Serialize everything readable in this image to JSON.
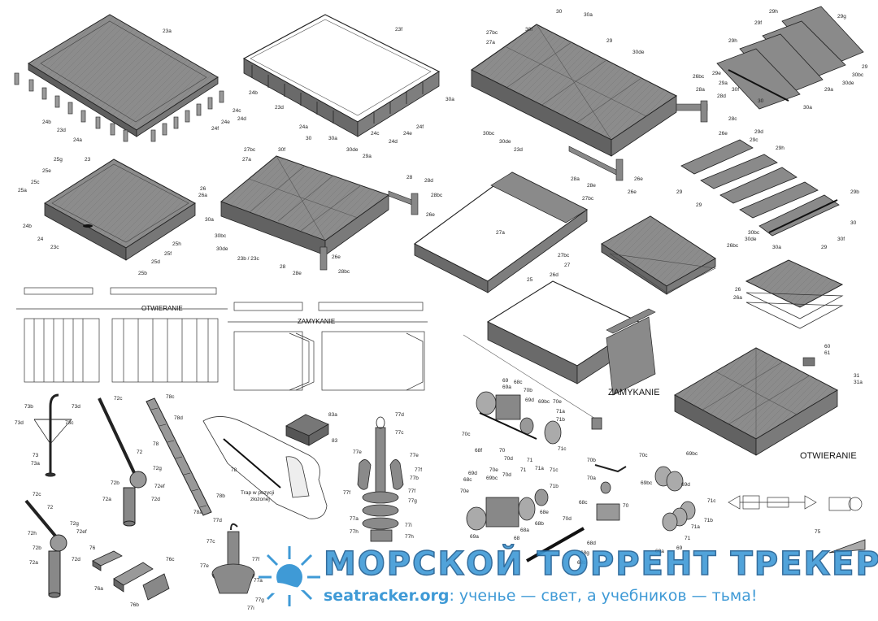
{
  "captions": {
    "otwieranie_top": "OTWIERANIE",
    "zamykanie_top": "ZAMYKANIE",
    "zamykanie_mid": "ZAMYKANIE",
    "otwieranie_bottom": "OTWIERANIE",
    "trap_note_1": "Trap w pozycji",
    "trap_note_2": "złożonej"
  },
  "labels": {
    "l23a": "23a",
    "l23f": "23f",
    "l24b": "24b",
    "l23d": "23d",
    "l24a": "24a",
    "l24c": "24c",
    "l24d": "24d",
    "l24e": "24e",
    "l24f": "24f",
    "l30": "30",
    "l30a": "30a",
    "l27bc": "27bc",
    "l27a": "27a",
    "l30f": "30f",
    "l29": "29",
    "l30de": "30de",
    "l26bc": "26bc",
    "l28a": "28a",
    "l28d": "28d",
    "l28c": "28c",
    "l26e": "26e",
    "l30bc": "30bc",
    "l28e": "28e",
    "l29h": "29h",
    "l29g": "29g",
    "l29f": "29f",
    "l29e": "29e",
    "l29a": "29a",
    "l25g": "25g",
    "l25e": "25e",
    "l25c": "25c",
    "l25a": "25a",
    "l23": "23",
    "l26": "26",
    "l26a": "26a",
    "l24": "24",
    "l23c": "23c",
    "l25h": "25h",
    "l25f": "25f",
    "l25d": "25d",
    "l25b": "25b",
    "l28": "28",
    "l28bc": "28bc",
    "l23b23c": "23b / 23c",
    "l29d": "29d",
    "l29c": "29c",
    "l29b": "29b",
    "l27": "27",
    "l26d": "26d",
    "l25": "25",
    "l60": "60",
    "l61": "61",
    "l31": "31",
    "l31a": "31a",
    "l73b": "73b",
    "l73d": "73d",
    "l73c": "73c",
    "l73": "73",
    "l73a": "73a",
    "l72c": "72c",
    "l72": "72",
    "l72b": "72b",
    "l72g": "72g",
    "l72ef": "72ef",
    "l72a": "72a",
    "l72d": "72d",
    "l72h": "72h",
    "l78c": "78c",
    "l78d": "78d",
    "l78": "78",
    "l78b": "78b",
    "l78a": "78a",
    "l83a": "83a",
    "l83": "83",
    "l77d": "77d",
    "l77c": "77c",
    "l77e": "77e",
    "l77b": "77b",
    "l77f": "77f",
    "l77a": "77a",
    "l77i": "77i",
    "l77h": "77h",
    "l77g": "77g",
    "l76": "76",
    "l76a": "76a",
    "l76b": "76b",
    "l76c": "76c",
    "l69": "69",
    "l69a": "69a",
    "l68c": "68c",
    "l70b": "70b",
    "l69d": "69d",
    "l69bc": "69bc",
    "l70e": "70e",
    "l71a": "71a",
    "l71b": "71b",
    "l71c": "71c",
    "l70c": "70c",
    "l70": "70",
    "l70d": "70d",
    "l71": "71",
    "l68f": "68f",
    "l70a": "70a",
    "l68e": "68e",
    "l68b": "68b",
    "l68a": "68a",
    "l68": "68",
    "l68d": "68d",
    "l68g": "68g",
    "l75": "75"
  },
  "watermark": {
    "title": "МОРСКОЙ ТОРРЕНТ ТРЕКЕР",
    "site": "seatracker.org",
    "slogan": ": ученье — свет, а учебников — тьма!"
  },
  "colors": {
    "panel": "#8a8a8a",
    "panel_dark": "#6a6a6a",
    "line": "#222222",
    "watermark_blue": "#3f9ad6",
    "watermark_dark": "#1f5e92"
  }
}
